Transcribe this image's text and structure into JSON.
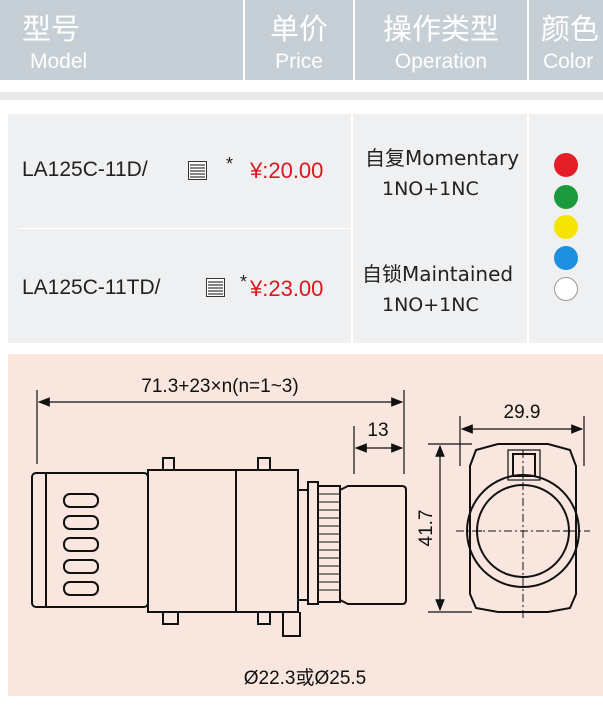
{
  "header": {
    "columns": [
      {
        "zh": "型号",
        "en": "Model"
      },
      {
        "zh": "单价",
        "en": "Price"
      },
      {
        "zh": "操作类型",
        "en": "Operation"
      },
      {
        "zh": "颜色",
        "en": "Color"
      }
    ]
  },
  "products": [
    {
      "model": "LA125C-11D/",
      "icon": "grid-icon",
      "asterisk": "*",
      "price": "¥:20.00",
      "operation_line1": "自复Momentary",
      "operation_line2": "1NO+1NC"
    },
    {
      "model": "LA125C-11TD/",
      "icon": "grid-icon",
      "asterisk": "*",
      "price": "¥:23.00",
      "operation_line1": "自锁Maintained",
      "operation_line2": "1NO+1NC"
    }
  ],
  "colors": [
    "#e41e26",
    "#1a9a3c",
    "#f5e400",
    "#1e90e0",
    "#ffffff"
  ],
  "price_color": "#e0141e",
  "drawing": {
    "dim_length": "71.3+23×n(n=1~3)",
    "dim_13": "13",
    "dim_width": "29.9",
    "dim_height": "41.7",
    "dim_diameter": "Ø22.3或Ø25.5"
  }
}
